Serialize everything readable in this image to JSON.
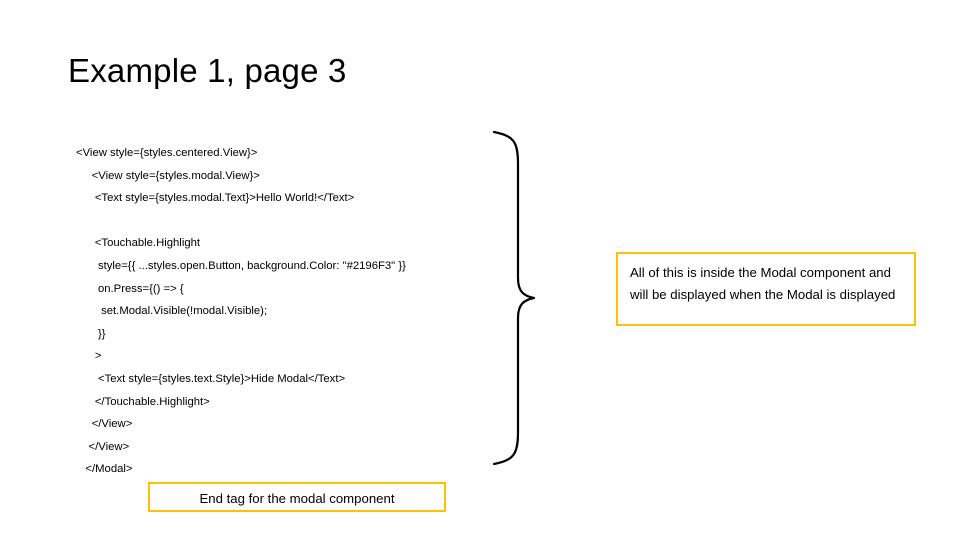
{
  "slide": {
    "title": "Example 1, page 3",
    "code_lines": [
      "<View style={styles.centered.View}>",
      "     <View style={styles.modal.View}>",
      "      <Text style={styles.modal.Text}>Hello World!</Text>",
      "",
      "      <Touchable.Highlight",
      "       style={{ ...styles.open.Button, background.Color: \"#2196F3\" }}",
      "       on.Press={() => {",
      "        set.Modal.Visible(!modal.Visible);",
      "       }}",
      "      >",
      "       <Text style={styles.text.Style}>Hide Modal</Text>",
      "      </Touchable.Highlight>",
      "     </View>",
      "    </View>",
      "   </Modal>"
    ],
    "callout_right": "All of this is inside the Modal component and will be displayed when the Modal is displayed",
    "callout_bottom": "End tag for the modal component",
    "accent_color": "#FFC000",
    "brace_color": "#000000"
  }
}
